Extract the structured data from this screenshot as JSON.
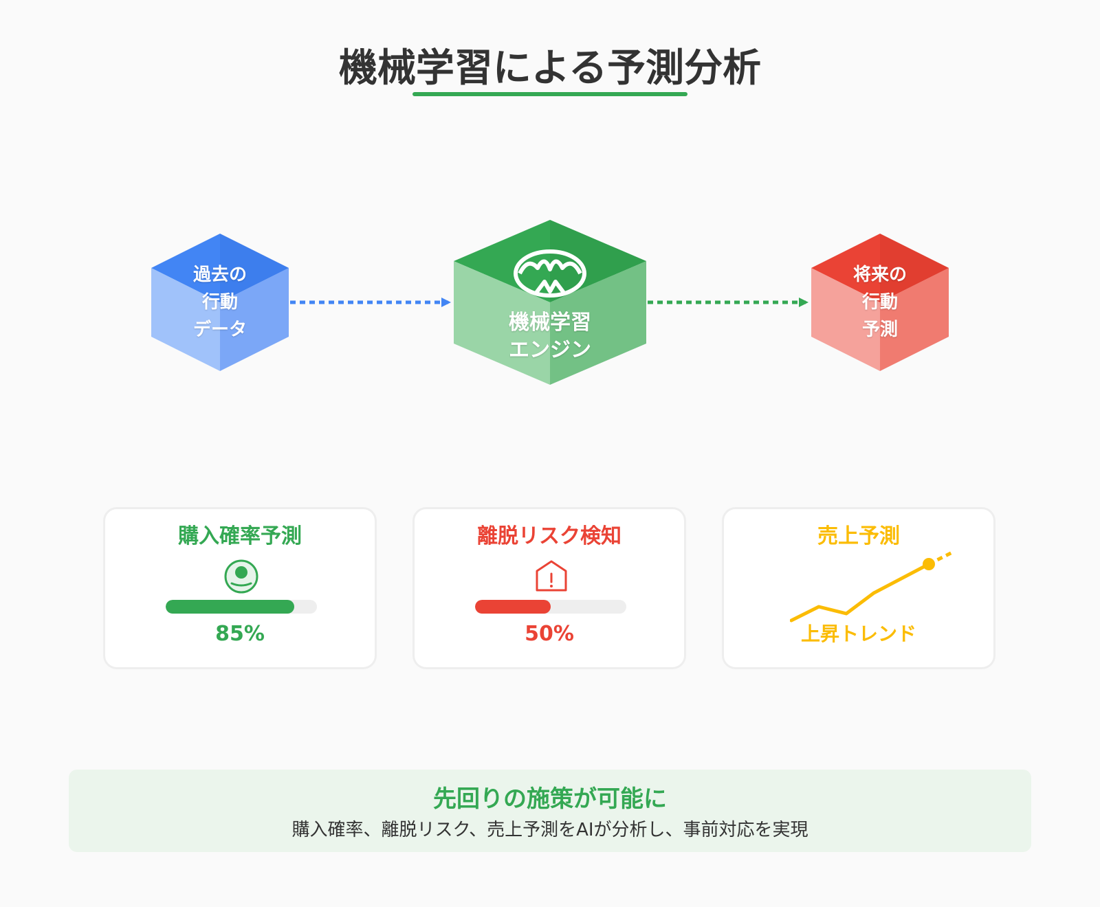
{
  "title": "機械学習による予測分析",
  "colors": {
    "blue": "#4285f4",
    "green": "#34a853",
    "red": "#ea4335",
    "yellow": "#fbbc05",
    "text": "#333333"
  },
  "flow": {
    "input": {
      "lines": [
        "過去の",
        "行動",
        "データ"
      ],
      "color": "#4285f4"
    },
    "engine": {
      "lines": [
        "機械学習",
        "エンジン"
      ],
      "color": "#34a853",
      "icon": "ml-brain-icon"
    },
    "output": {
      "lines": [
        "将来の",
        "行動",
        "予測"
      ],
      "color": "#ea4335"
    }
  },
  "cards": [
    {
      "title": "購入確率予測",
      "icon": "person-icon",
      "value": "85%",
      "progress": 0.85,
      "color": "#34a853"
    },
    {
      "title": "離脱リスク検知",
      "icon": "alert-house-icon",
      "value": "50%",
      "progress": 0.5,
      "color": "#ea4335"
    },
    {
      "title": "売上予測",
      "icon": "trend-line-icon",
      "label": "上昇トレンド",
      "color": "#fbbc05"
    }
  ],
  "summary": {
    "title": "先回りの施策が可能に",
    "description": "購入確率、離脱リスク、売上予測をAIが分析し、事前対応を実現"
  }
}
